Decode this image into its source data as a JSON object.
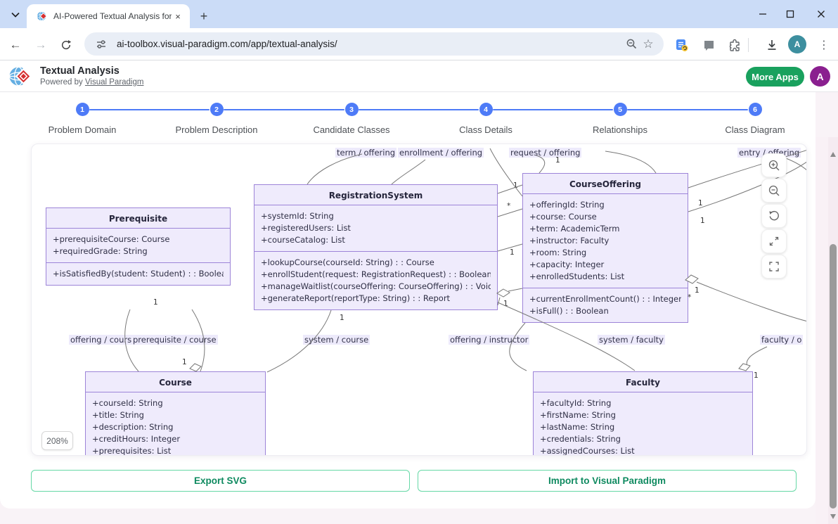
{
  "browser": {
    "tab": {
      "title": "AI-Powered Textual Analysis for"
    },
    "url": "ai-toolbox.visual-paradigm.com/app/textual-analysis/"
  },
  "header": {
    "app_title": "Textual Analysis",
    "powered_by": "Powered by",
    "powered_link": "Visual Paradigm",
    "more_apps_label": "More Apps",
    "account_initial": "A"
  },
  "stepper": {
    "steps": [
      {
        "num": "1",
        "label": "Problem Domain"
      },
      {
        "num": "2",
        "label": "Problem Description"
      },
      {
        "num": "3",
        "label": "Candidate Classes"
      },
      {
        "num": "4",
        "label": "Class Details"
      },
      {
        "num": "5",
        "label": "Relationships"
      },
      {
        "num": "6",
        "label": "Class Diagram"
      }
    ]
  },
  "diagram": {
    "zoom_level": "208%",
    "classes": [
      {
        "name": "Prerequisite",
        "attributes": [
          "+prerequisiteCourse: Course",
          "+requiredGrade: String"
        ],
        "methods": [
          "+isSatisfiedBy(student: Student) : : Boolean"
        ]
      },
      {
        "name": "RegistrationSystem",
        "attributes": [
          "+systemId: String",
          "+registeredUsers: List",
          "+courseCatalog: List"
        ],
        "methods": [
          "+lookupCourse(courseId: String) : : Course",
          "+enrollStudent(request: RegistrationRequest) : : Boolean",
          "+manageWaitlist(courseOffering: CourseOffering) : : Void",
          "+generateReport(reportType: String) : : Report"
        ]
      },
      {
        "name": "CourseOffering",
        "attributes": [
          "+offeringId: String",
          "+course: Course",
          "+term: AcademicTerm",
          "+instructor: Faculty",
          "+room: String",
          "+capacity: Integer",
          "+enrolledStudents: List"
        ],
        "methods": [
          "+currentEnrollmentCount() : : Integer",
          "+isFull() : : Boolean"
        ]
      },
      {
        "name": "Course",
        "attributes": [
          "+courseId: String",
          "+title: String",
          "+description: String",
          "+creditHours: Integer",
          "+prerequisites: List"
        ],
        "methods": []
      },
      {
        "name": "Faculty",
        "attributes": [
          "+facultyId: String",
          "+firstName: String",
          "+lastName: String",
          "+credentials: String",
          "+assignedCourses: List"
        ],
        "methods": []
      }
    ],
    "edge_labels": [
      "term / offering",
      "enrollment / offering",
      "request / offering",
      "entry / offering",
      "offering / course",
      "prerequisite / course",
      "system / course",
      "offering / instructor",
      "system / faculty",
      "faculty / o"
    ],
    "multiplicities": [
      "1",
      "1",
      "*",
      "1",
      "1",
      "1",
      "1",
      "1",
      "1",
      "1",
      "1",
      "*",
      "1"
    ]
  },
  "footer": {
    "export_label": "Export SVG",
    "import_label": "Import to Visual Paradigm"
  },
  "colors": {
    "stepper_blue": "#4e7bf7",
    "uml_border": "#9d84d8",
    "uml_fill": "#efebfc",
    "more_apps_green": "#19a15e",
    "green_button_border": "#66d8a6",
    "green_button_text": "#0f8a60",
    "header_avatar_purple": "#8a1f8f",
    "toolbar_avatar_teal": "#3d8f9f",
    "titlebar_blue": "#cbdcf7"
  }
}
